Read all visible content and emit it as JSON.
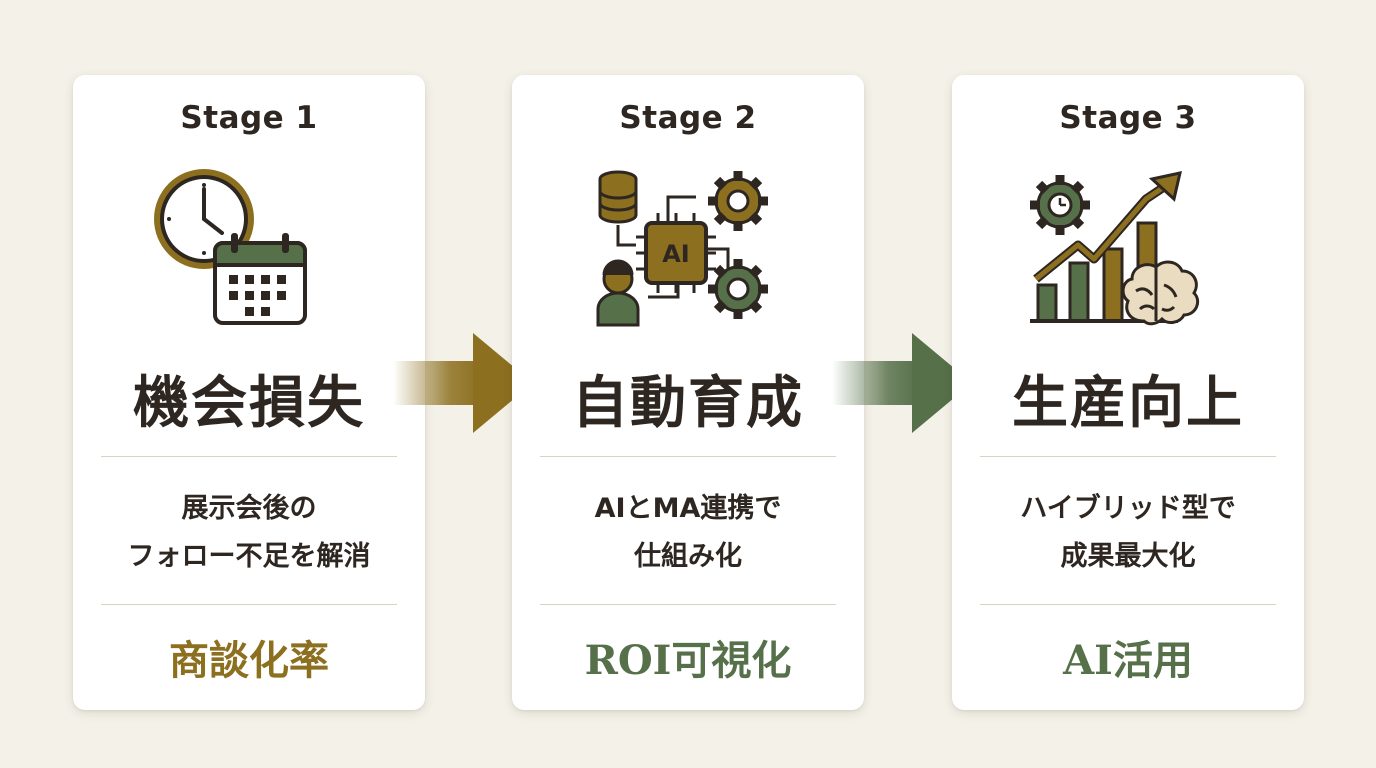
{
  "stages": [
    {
      "label": "Stage 1",
      "icon": "clock-calendar-icon",
      "headline": "機会損失",
      "description_lines": [
        "展示会後の",
        "フォロー不足を解消"
      ],
      "keyword": "商談化率"
    },
    {
      "label": "Stage 2",
      "icon": "ai-automation-network-icon",
      "icon_text": "AI",
      "headline": "自動育成",
      "description_lines": [
        "AIとMA連携で",
        "仕組み化"
      ],
      "keyword": "ROI可視化"
    },
    {
      "label": "Stage 3",
      "icon": "growth-chart-brain-icon",
      "headline": "生産向上",
      "description_lines": [
        "ハイブリッド型で",
        "成果最大化"
      ],
      "keyword": "AI活用"
    }
  ],
  "colors": {
    "background": "#f4f1e8",
    "card": "#ffffff",
    "text_dark": "#2e2620",
    "gold": "#8c6f1f",
    "green": "#56704a",
    "divider": "#d9d3c4"
  }
}
